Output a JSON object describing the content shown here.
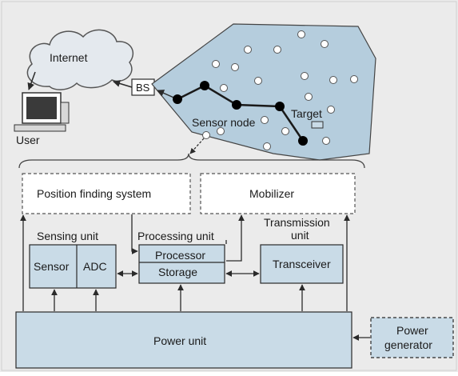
{
  "labels": {
    "internet": "Internet",
    "user": "User",
    "bs": "BS",
    "sensor_node": "Sensor node",
    "target": "Target",
    "position_finding": "Position finding system",
    "mobilizer": "Mobilizer",
    "sensing_unit": "Sensing unit",
    "processing_unit": "Processing unit",
    "transmission_unit_line1": "Transmission",
    "transmission_unit_line2": "unit",
    "sensor": "Sensor",
    "adc": "ADC",
    "processor": "Processor",
    "storage": "Storage",
    "transceiver": "Transceiver",
    "power_unit": "Power unit",
    "power_generator_line1": "Power",
    "power_generator_line2": "generator"
  },
  "colors": {
    "block_fill": "#c9dbe7",
    "field_fill": "#b5cddd",
    "background": "#ebebeb",
    "cloud_fill": "#e4e9ee",
    "stroke": "#2a2a2a",
    "active_node": "#000000",
    "idle_node": "#ffffff"
  }
}
